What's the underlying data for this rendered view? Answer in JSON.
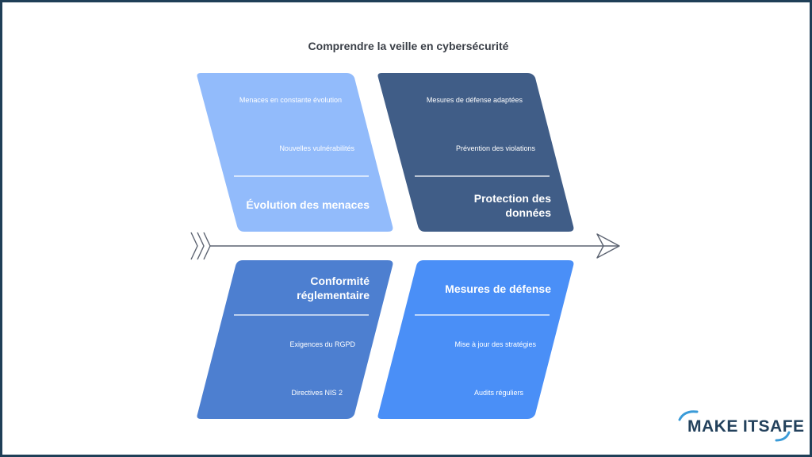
{
  "title": "Comprendre la veille en cybersécurité",
  "colors": {
    "frame": "#1f3f57",
    "panel_top_left": "#92bbfb",
    "panel_top_right": "#405d87",
    "panel_bottom_left": "#4d7fd0",
    "panel_bottom_right": "#4a8ff7",
    "arrow": "#5b6270",
    "logo_text": "#23415c",
    "logo_accent": "#3a9bd8"
  },
  "panels": {
    "top_left": {
      "items": [
        "Menaces en constante évolution",
        "Nouvelles vulnérabilités"
      ],
      "heading": "Évolution des menaces"
    },
    "top_right": {
      "items": [
        "Mesures de défense adaptées",
        "Prévention des violations"
      ],
      "heading_line1": "Protection des",
      "heading_line2": "données"
    },
    "bottom_left": {
      "heading_line1": "Conformité",
      "heading_line2": "réglementaire",
      "items": [
        "Exigences du RGPD",
        "Directives NIS 2"
      ]
    },
    "bottom_right": {
      "heading": "Mesures de défense",
      "items": [
        "Mise à jour des stratégies",
        "Audits réguliers"
      ]
    }
  },
  "logo": {
    "part1": "MAKE",
    "part2": "IT",
    "part3": "SAFE"
  }
}
